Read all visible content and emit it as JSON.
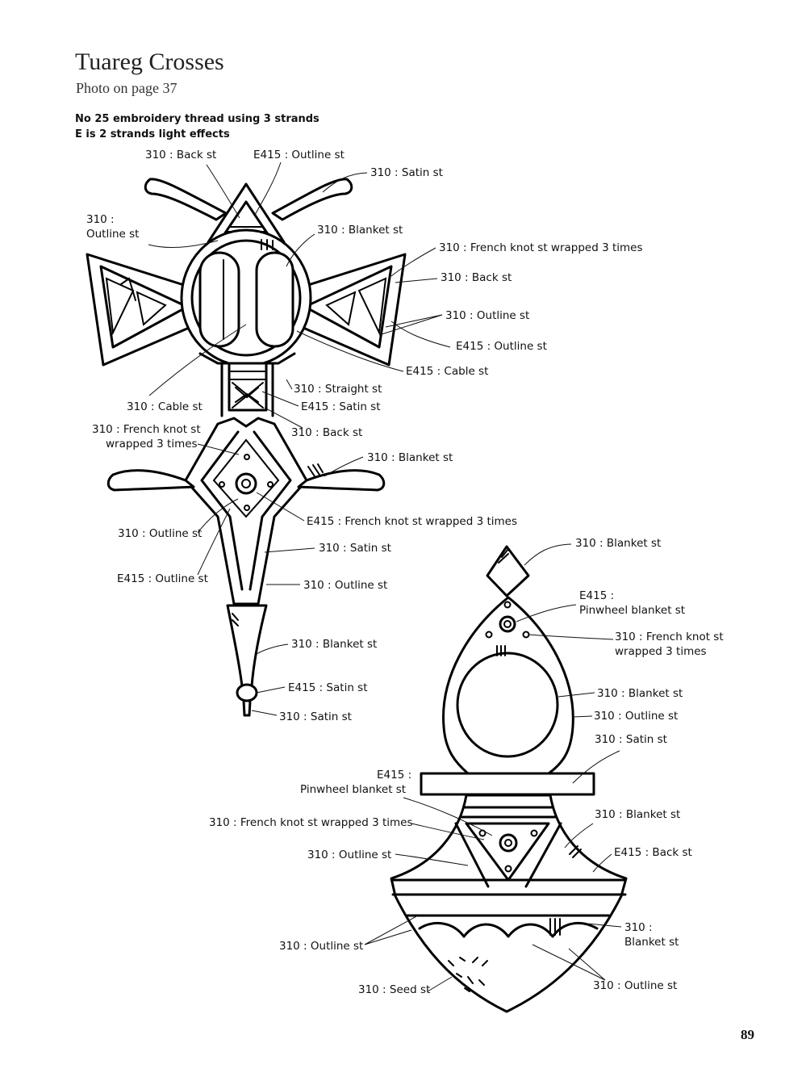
{
  "header": {
    "title": "Tuareg Crosses",
    "subtitle": "Photo on page 37"
  },
  "notes": [
    "No 25 embroidery thread using 3 strands",
    "E is 2 strands light effects"
  ],
  "page_number": "89",
  "labels": [
    "310 : Back st",
    "E415 : Outline st",
    "310 : Satin st",
    "310 :",
    "Outline st",
    "310 : Blanket st",
    "310 : French knot st wrapped 3 times",
    "310 : Back st",
    "310 : Outline st",
    "E415 : Outline st",
    "E415 : Cable st",
    "310 : Straight st",
    "310 : Cable st",
    "E415 : Satin st",
    "310 : French knot st",
    "wrapped 3 times",
    "310 : Back st",
    "310 : Blanket st",
    "E415 : French knot st wrapped 3 times",
    "310 : Outline st",
    "310 : Satin st",
    "E415 : Outline st",
    "310 : Outline st",
    "310 : Blanket st",
    "E415 : Satin st",
    "310 : Satin st",
    "310 : Blanket st",
    "E415 :",
    "Pinwheel blanket st",
    "310 : French knot st",
    "wrapped 3 times",
    "310 : Blanket st",
    "310 : Outline st",
    "310 : Satin st",
    "E415 :",
    "Pinwheel blanket st",
    "310 : French knot st wrapped 3 times",
    "310 : Blanket st",
    "310 : Outline st",
    "E415 : Back st",
    "310 :",
    "Blanket st",
    "310 : Outline st",
    "310 : Seed st",
    "310 : Outline st"
  ]
}
